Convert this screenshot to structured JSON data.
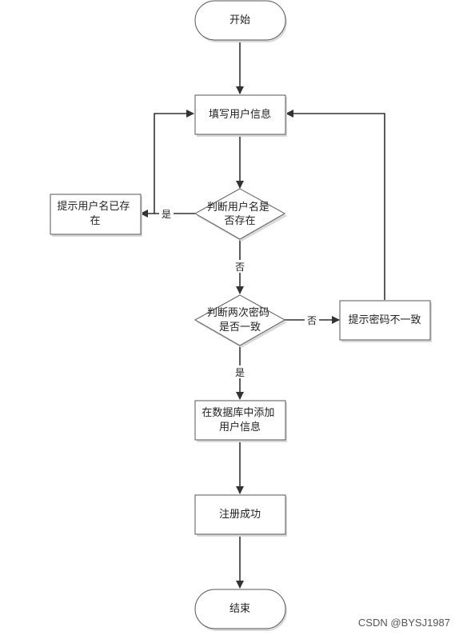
{
  "nodes": {
    "start": {
      "lines": [
        "开始"
      ]
    },
    "fill_info": {
      "lines": [
        "填写用户信息"
      ]
    },
    "check_username": {
      "lines": [
        "判断用户名是",
        "否存在"
      ]
    },
    "username_exists": {
      "lines": [
        "提示用户名已存",
        "在"
      ]
    },
    "check_password": {
      "lines": [
        "判断两次密码",
        "是否一致"
      ]
    },
    "password_mismatch": {
      "lines": [
        "提示密码不一致"
      ]
    },
    "add_to_db": {
      "lines": [
        "在数据库中添加",
        "用户信息"
      ]
    },
    "register_success": {
      "lines": [
        "注册成功"
      ]
    },
    "end": {
      "lines": [
        "结束"
      ]
    }
  },
  "edges": {
    "username_yes": "是",
    "username_no": "否",
    "password_no": "否",
    "password_yes": "是"
  },
  "watermark": "CSDN @BYSJ1987",
  "colors": {
    "shape_fill": "#ffffff",
    "shape_stroke": "#555555",
    "arrow": "#333333",
    "shadow": "#d9d9d9"
  }
}
